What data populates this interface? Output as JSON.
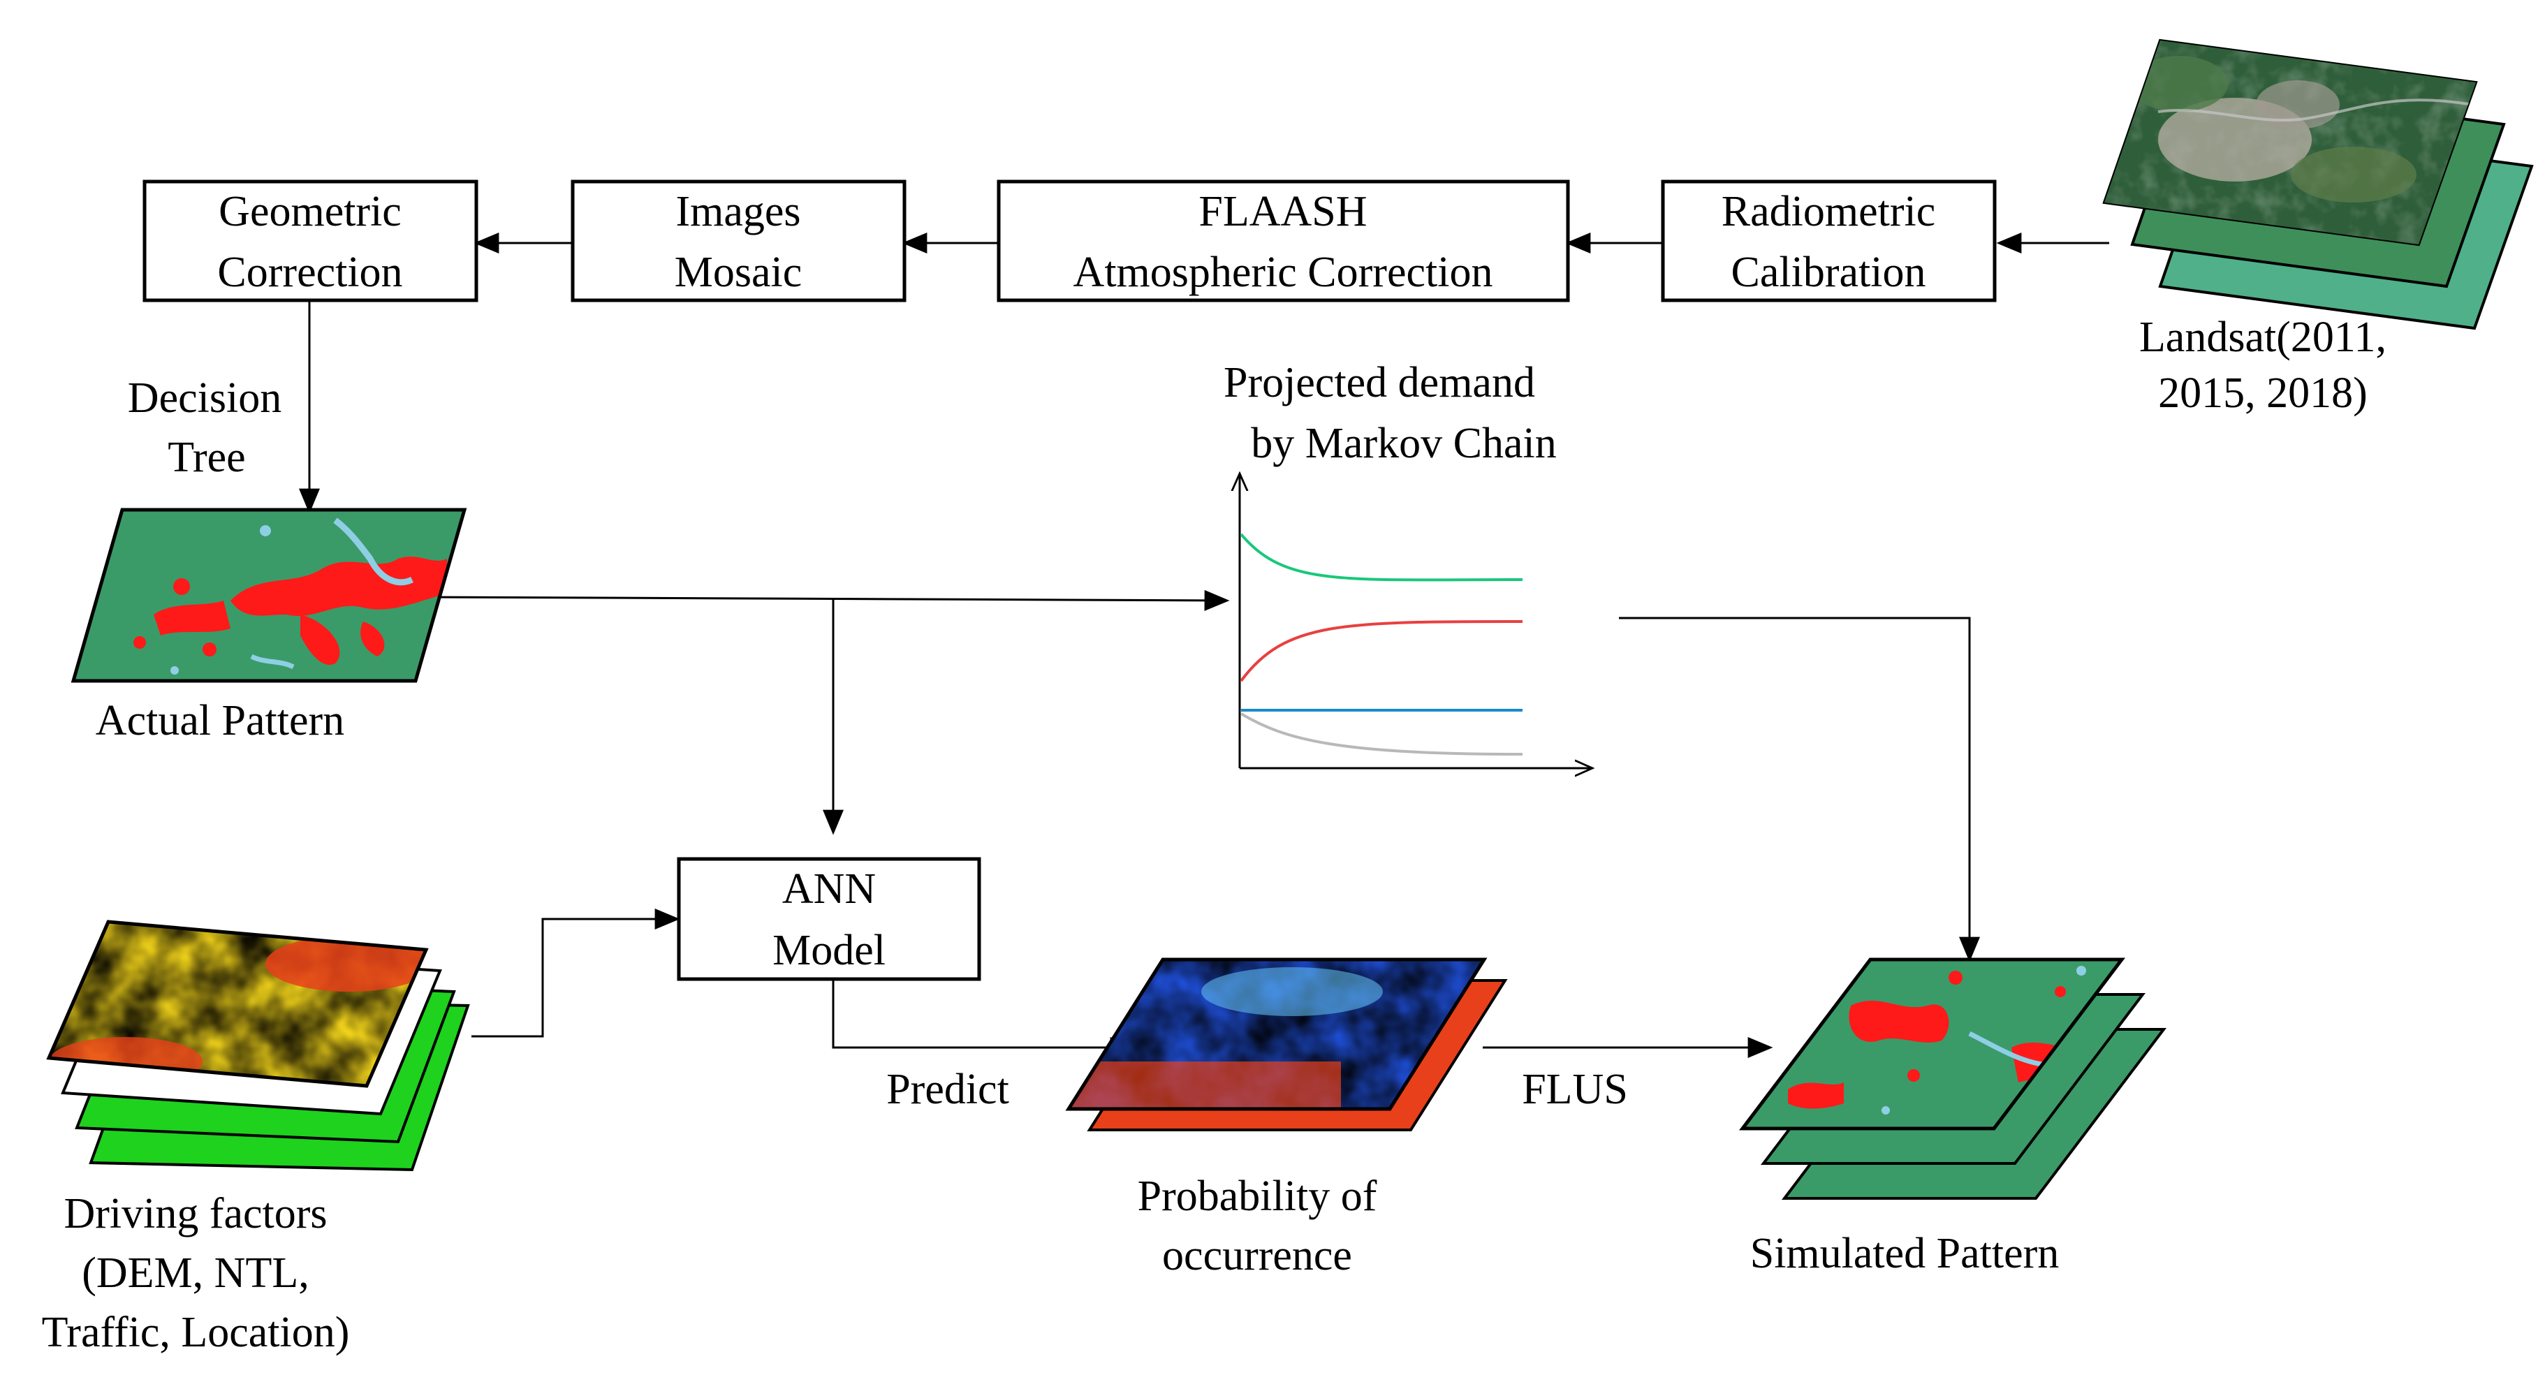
{
  "boxes": {
    "geometric": [
      "Geometric",
      "Correction"
    ],
    "mosaic": [
      "Images",
      "Mosaic"
    ],
    "flaash": [
      "FLAASH",
      "Atmospheric Correction"
    ],
    "radiometric": [
      "Radiometric",
      "Calibration"
    ],
    "ann": [
      "ANN",
      "Model"
    ]
  },
  "labels": {
    "landsat": [
      "Landsat(2011,",
      "2015, 2018)"
    ],
    "decision_tree": [
      "Decision",
      "Tree"
    ],
    "markov": [
      "Projected demand",
      "by Markov Chain"
    ],
    "actual_pattern": "Actual Pattern",
    "driving_factors": [
      "Driving factors",
      "(DEM, NTL,",
      "Traffic, Location)"
    ],
    "predict": "Predict",
    "probability": [
      "Probability of",
      "occurrence"
    ],
    "flus": "FLUS",
    "simulated_pattern": "Simulated Pattern"
  },
  "colors": {
    "land": "#3a9b68",
    "urban": "#ff1a1a",
    "water": "#8ecfe6",
    "landsat_dark": "#2f5e3a",
    "prob_blue": "#1f4fd8",
    "prob_yellow": "#f0d21a",
    "prob_red": "#e8401a",
    "factor_green": "#1ed21e",
    "curve_green": "#18c87a",
    "curve_red": "#e84040",
    "curve_blue": "#1a8ac8",
    "curve_gray": "#b8b8b8"
  }
}
